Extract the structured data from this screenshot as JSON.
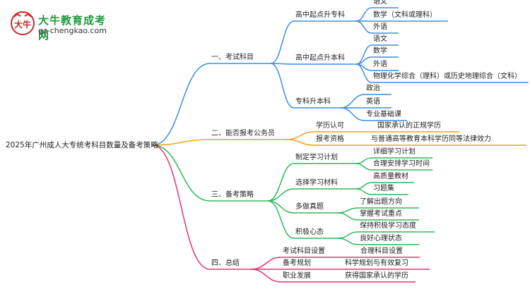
{
  "logo": {
    "title": "大牛教育成考网",
    "url": "gz-chengkao.com",
    "mark_text": "大牛"
  },
  "root": "2025年广州成人大专统考科目数量及备考策略",
  "branches": [
    {
      "label": "一、考试科目",
      "color": "#3a8ee6",
      "children": [
        {
          "label": "高中起点升专科",
          "children": [
            "语文",
            "数学（文科或理科）",
            "外语"
          ]
        },
        {
          "label": "高中起点升本科",
          "children": [
            "语文",
            "数学",
            "外语",
            "物理化学综合（理科）或历史地理综合（文科）"
          ]
        },
        {
          "label": "专科升本科",
          "children": [
            "政治",
            "英语",
            "专业基础课"
          ]
        }
      ]
    },
    {
      "label": "二、能否报考公务员",
      "color": "#f0a020",
      "children": [
        {
          "label": "学历认可",
          "children": [
            "国家承认的正规学历"
          ]
        },
        {
          "label": "报考资格",
          "children": [
            "与普通高等教育本科学历同等法律效力"
          ]
        }
      ]
    },
    {
      "label": "三、备考策略",
      "color": "#2eb85c",
      "children": [
        {
          "label": "制定学习计划",
          "children": [
            "详细学习计划",
            "合理安排学习时间"
          ]
        },
        {
          "label": "选择学习材料",
          "children": [
            "高质量教材",
            "习题集"
          ]
        },
        {
          "label": "多做真题",
          "children": [
            "了解出题方向",
            "掌握考试重点"
          ]
        },
        {
          "label": "积极心态",
          "children": [
            "保持积极学习态度",
            "良好心理状态"
          ]
        }
      ]
    },
    {
      "label": "四、总结",
      "color": "#e8336d",
      "children": [
        {
          "label": "考试科目设置",
          "children": [
            "合理科目设置"
          ]
        },
        {
          "label": "备考规划",
          "children": [
            "科学规划与有效复习"
          ]
        },
        {
          "label": "职业发展",
          "children": [
            "获得国家承认的学历"
          ]
        }
      ]
    }
  ]
}
